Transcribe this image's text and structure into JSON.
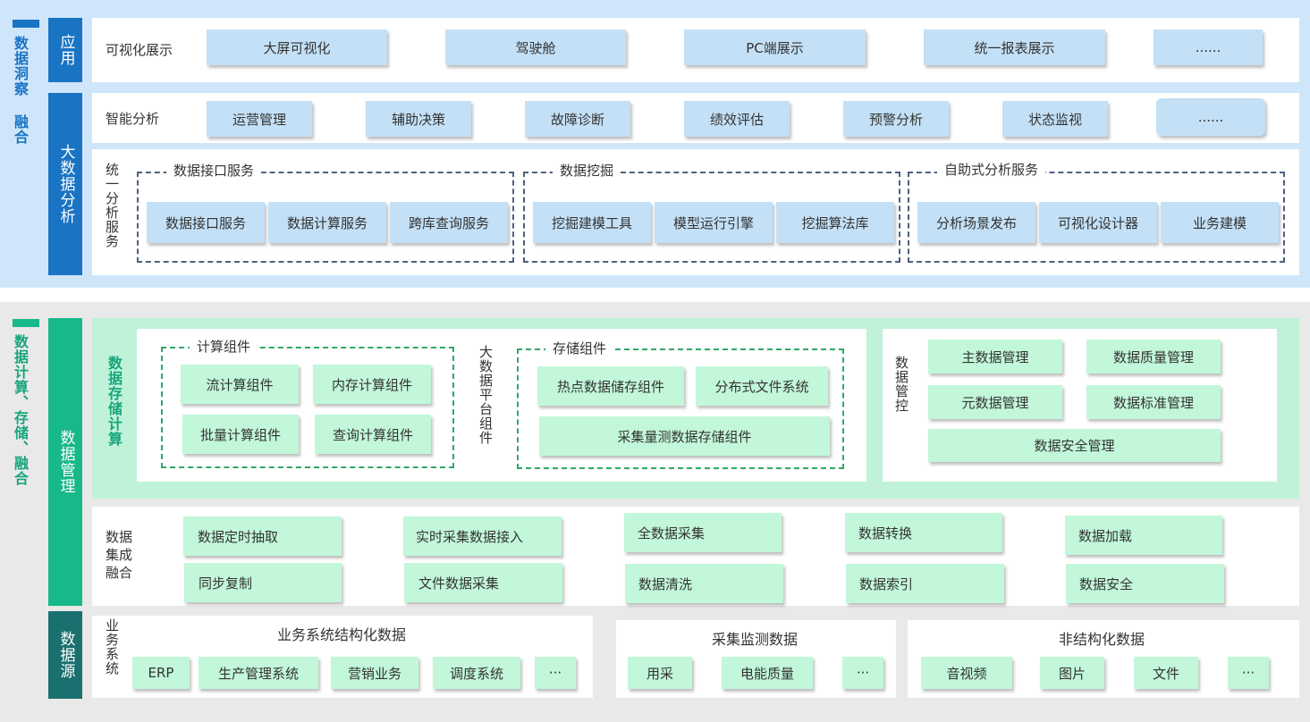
{
  "colors": {
    "top_bg": "#cfe6fa",
    "blue_dark": "#1a74c4",
    "blue_box": "#c3e0f6",
    "green_dark": "#17b889",
    "teal_dark": "#19706f",
    "green_light": "#bff2d8",
    "green_box": "#c2f7d9",
    "bottom_bg": "#e9e9e9"
  },
  "top": {
    "section_label": "数据洞察 融合",
    "app_layer": {
      "label": "应用",
      "row_label": "可视化展示",
      "items": [
        "大屏可视化",
        "驾驶舱",
        "PC端展示",
        "统一报表展示",
        "......"
      ]
    },
    "bigdata_layer": {
      "label": "大数据分析",
      "smart_row": {
        "label": "智能分析",
        "items": [
          "运营管理",
          "辅助决策",
          "故障诊断",
          "绩效评估",
          "预警分析",
          "状态监视",
          "......"
        ]
      },
      "unified_label": "统一分析服务",
      "groups": [
        {
          "title": "数据接口服务",
          "items": [
            "数据接口服务",
            "数据计算服务",
            "跨库查询服务"
          ]
        },
        {
          "title": "数据挖掘",
          "items": [
            "挖掘建模工具",
            "模型运行引擎",
            "挖掘算法库"
          ]
        },
        {
          "title": "自助式分析服务",
          "items": [
            "分析场景发布",
            "可视化设计器",
            "业务建模"
          ]
        }
      ]
    }
  },
  "bottom": {
    "section_label": "数据计算、存储、融合",
    "mgmt_label": "数据管理",
    "storage": {
      "label": "数据存储计算",
      "compute_group": {
        "title": "计算组件",
        "items": [
          "流计算组件",
          "内存计算组件",
          "批量计算组件",
          "查询计算组件"
        ]
      },
      "platform_label": "大数据平台组件",
      "storage_group": {
        "title": "存储组件",
        "items": [
          "热点数据储存组件",
          "分布式文件系统",
          "采集量测数据存储组件"
        ]
      }
    },
    "control": {
      "label": "数据管控",
      "items": [
        "主数据管理",
        "数据质量管理",
        "元数据管理",
        "数据标准管理",
        "数据安全管理"
      ]
    },
    "integration": {
      "label": "数据集成融合",
      "row1": [
        "数据定时抽取",
        "实时采集数据接入",
        "全数据采集",
        "数据转换",
        "数据加载"
      ],
      "row2": [
        "同步复制",
        "文件数据采集",
        "数据清洗",
        "数据索引",
        "数据安全"
      ]
    },
    "source": {
      "label": "数据源",
      "business": {
        "side_label": "业务系统",
        "title": "业务系统结构化数据",
        "items": [
          "ERP",
          "生产管理系统",
          "营销业务",
          "调度系统",
          "···"
        ]
      },
      "monitor": {
        "title": "采集监测数据",
        "items": [
          "用采",
          "电能质量",
          "···"
        ]
      },
      "unstructured": {
        "title": "非结构化数据",
        "items": [
          "音视频",
          "图片",
          "文件",
          "···"
        ]
      }
    }
  }
}
